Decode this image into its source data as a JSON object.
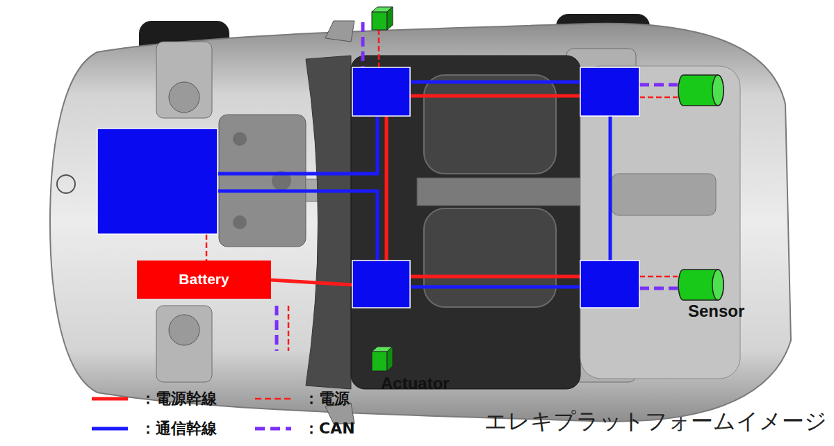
{
  "diagram": {
    "caption": "エレキプラットフォームイメージ",
    "nodes": [
      {
        "text": [
          "Battery"
        ]
      },
      {
        "text": [
          "Sensor"
        ]
      },
      {
        "text": [
          "Actuator"
        ]
      }
    ],
    "legend": [
      {
        "text": "：電源幹線"
      },
      {
        "text": "：電源"
      },
      {
        "text": "：通信幹線"
      },
      {
        "text": "：CAN"
      }
    ]
  }
}
